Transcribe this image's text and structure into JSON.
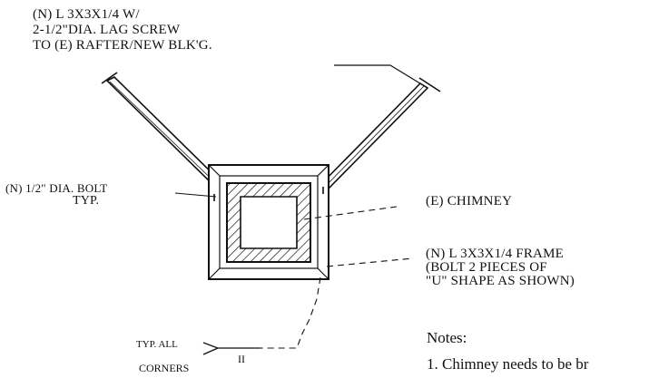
{
  "labels": {
    "lag_screw_line1": "(N) L 3X3X1/4 W/",
    "lag_screw_line2": "2-1/2\"DIA. LAG SCREW",
    "lag_screw_line3": "TO (E) RAFTER/NEW BLK'G.",
    "bolt_line1": "(N) 1/2\" DIA. BOLT",
    "bolt_line2": "TYP.",
    "chimney": "(E) CHIMNEY",
    "frame_line1": "(N) L 3X3X1/4 FRAME",
    "frame_line2": "(BOLT 2 PIECES OF",
    "frame_line3": "\"U\" SHAPE AS SHOWN)",
    "corners_line1": "TYP. ALL",
    "corners_line2": "CORNERS",
    "corners_mark": "II"
  },
  "notes": {
    "heading": "Notes:",
    "item1": "1. Chimney needs to be br"
  },
  "colors": {
    "ink": "#111111",
    "paper": "#ffffff"
  }
}
